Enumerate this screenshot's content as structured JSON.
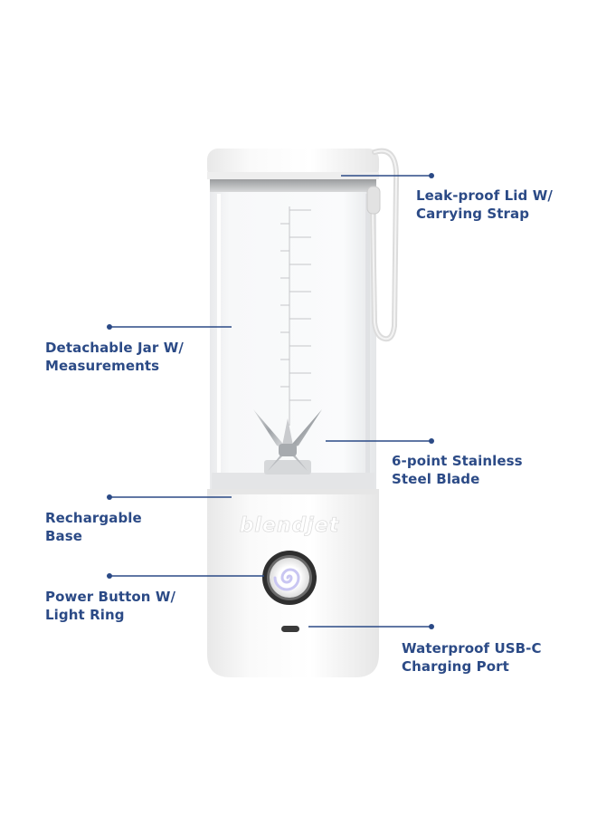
{
  "brand": {
    "logo_text": "blendjet"
  },
  "callouts": {
    "lid": {
      "line1": "Leak-proof Lid W/",
      "line2": "Carrying Strap"
    },
    "jar": {
      "line1": "Detachable Jar W/",
      "line2": "Measurements"
    },
    "blade": {
      "line1": "6-point Stainless",
      "line2": "Steel Blade"
    },
    "base": {
      "line1": "Rechargable",
      "line2": "Base"
    },
    "power": {
      "line1": "Power Button W/",
      "line2": "Light Ring"
    },
    "port": {
      "line1": "Waterproof USB-C",
      "line2": "Charging Port"
    }
  },
  "colors": {
    "callout_text": "#2b4a86",
    "callout_line": "#2b4a86",
    "blender_body": "#f7f7f7",
    "swirl": "#c9c6f2"
  }
}
